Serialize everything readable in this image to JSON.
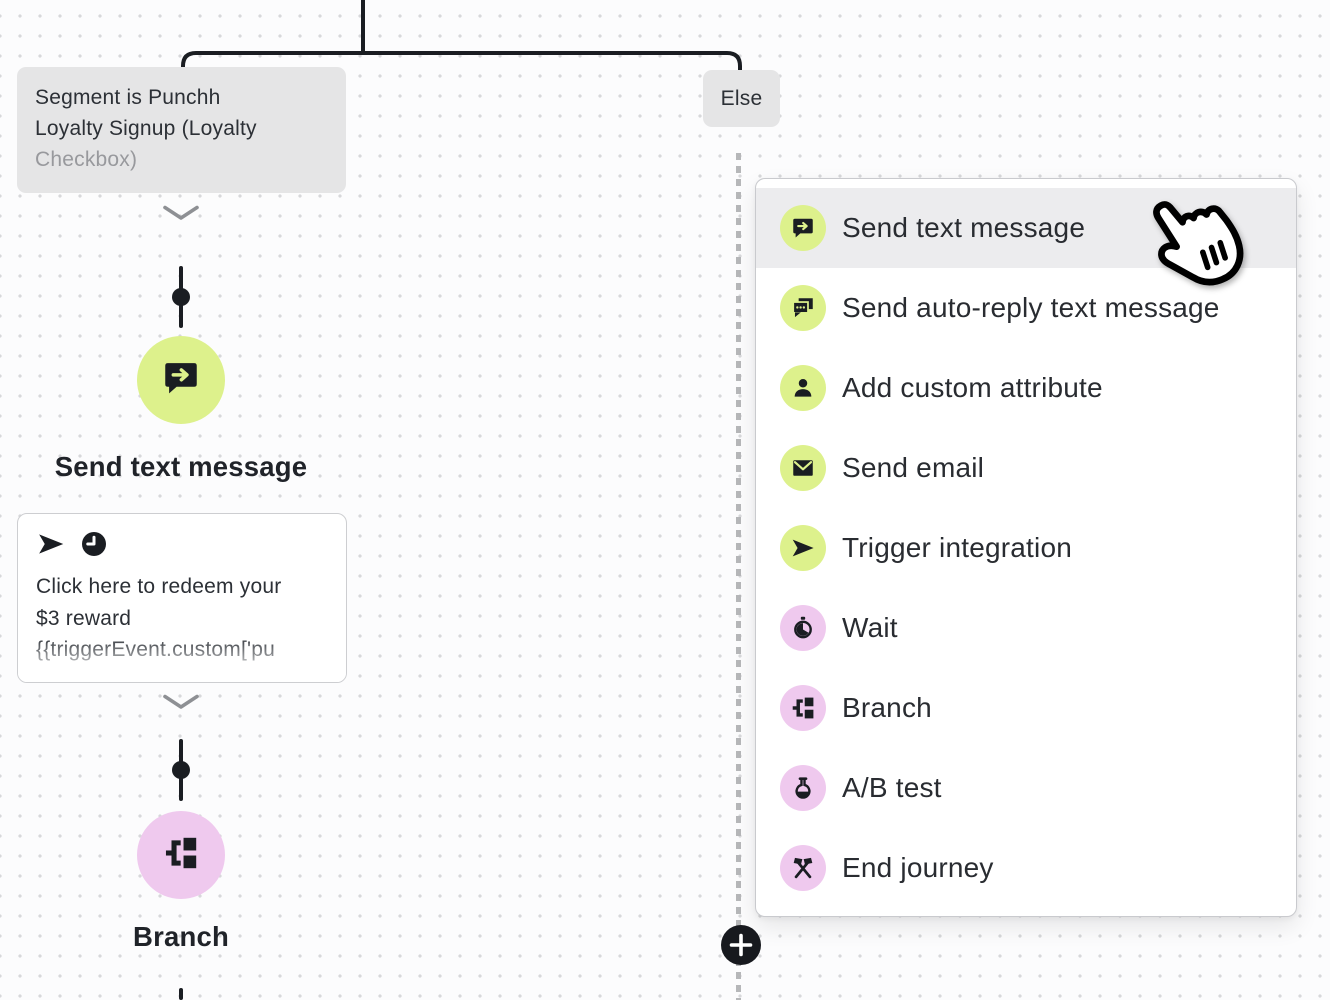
{
  "colors": {
    "accent_green": "#ddf18c",
    "accent_pink": "#efc9ee",
    "ink": "#1a1d22",
    "hover_row": "#ececee",
    "label_bg": "#e5e5e6",
    "muted_text": "#98999d"
  },
  "canvas": {
    "segment_branch_label": {
      "line1": "Segment is Punchh",
      "line2": "Loyalty Signup (Loyalty",
      "line3": "Checkbox)"
    },
    "else_branch_label": "Else",
    "send_text_node": {
      "label": "Send text message",
      "icon": "chat-arrow-icon"
    },
    "message_card": {
      "icons": [
        "paper-plane-icon",
        "clock-icon"
      ],
      "line1": "Click here to redeem your",
      "line2": "$3 reward",
      "line3": "{{triggerEvent.custom['pu"
    },
    "branch_node": {
      "label": "Branch",
      "icon": "branch-icon"
    },
    "add_step_button": {
      "icon": "plus-icon"
    }
  },
  "menu": {
    "items": [
      {
        "label": "Send text message",
        "icon": "chat-arrow-icon",
        "tone": "green",
        "hovered": true
      },
      {
        "label": "Send auto-reply text message",
        "icon": "chat-reply-icon",
        "tone": "green",
        "hovered": false
      },
      {
        "label": "Add custom attribute",
        "icon": "person-icon",
        "tone": "green",
        "hovered": false
      },
      {
        "label": "Send email",
        "icon": "envelope-icon",
        "tone": "green",
        "hovered": false
      },
      {
        "label": "Trigger integration",
        "icon": "paper-plane-icon",
        "tone": "green",
        "hovered": false
      },
      {
        "label": "Wait",
        "icon": "stopwatch-icon",
        "tone": "pink",
        "hovered": false
      },
      {
        "label": "Branch",
        "icon": "branch-icon",
        "tone": "pink",
        "hovered": false
      },
      {
        "label": "A/B test",
        "icon": "flask-icon",
        "tone": "pink",
        "hovered": false
      },
      {
        "label": "End journey",
        "icon": "end-journey-icon",
        "tone": "pink",
        "hovered": false
      }
    ]
  },
  "cursor": {
    "icon": "hand-cursor-icon"
  }
}
